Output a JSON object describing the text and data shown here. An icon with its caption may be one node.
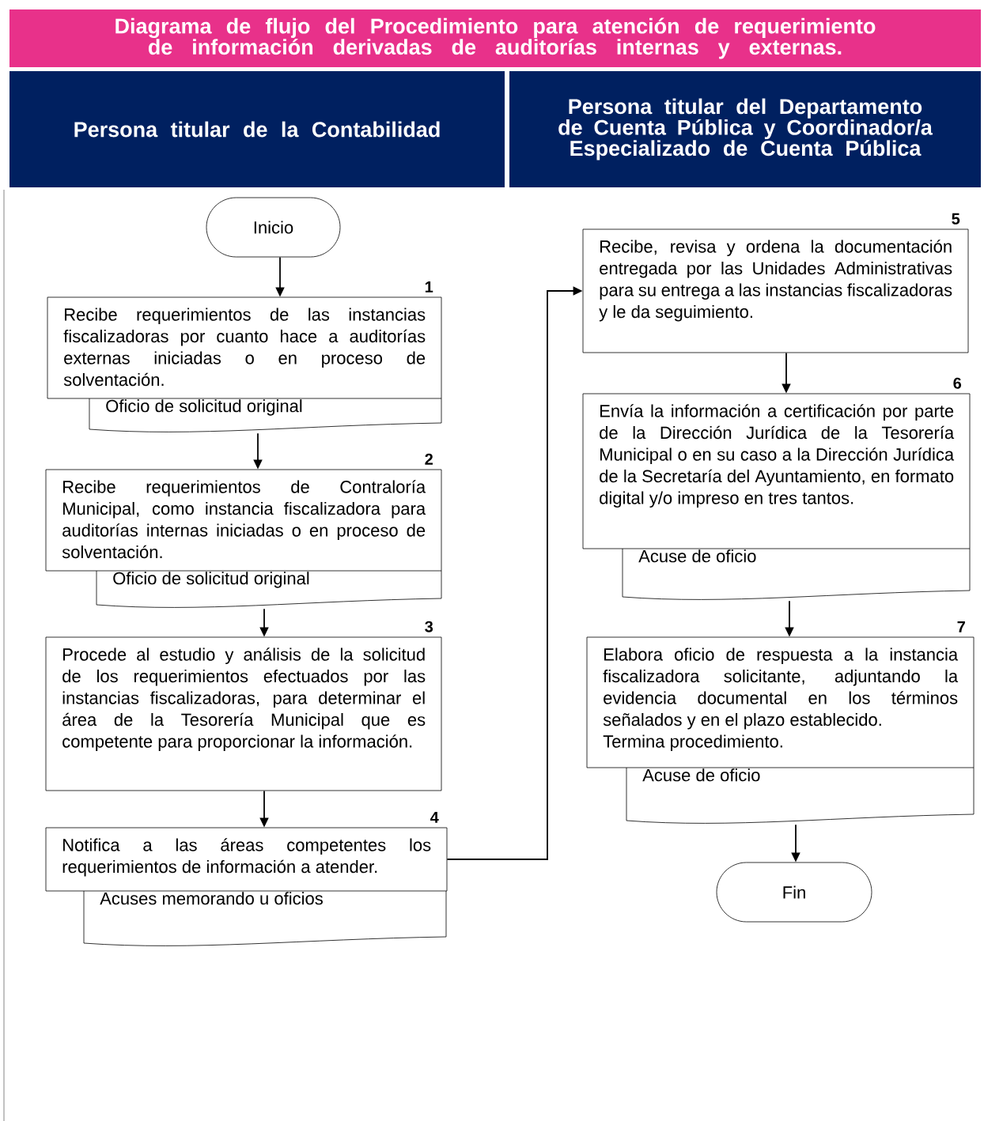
{
  "diagram": {
    "title": "Diagrama de flujo del Procedimiento para atención de requerimiento de información derivadas de auditorías internas y externas.",
    "nodes": [
      {
        "text": [
          "Persona titular de la Contabilidad"
        ]
      },
      {
        "text": [
          "Persona titular del Departamento de Cuenta Pública y Coordinador/a Especializado de Cuenta Pública"
        ]
      },
      {
        "text": [
          "Inicio"
        ]
      },
      {
        "text": [
          "Recibe requerimientos de las instancias fiscalizadoras por cuanto hace a auditorías externas iniciadas o en proceso de solventación."
        ],
        "beside": [
          "1"
        ]
      },
      {
        "text": [
          "Oficio de solicitud original"
        ]
      },
      {
        "text": [
          "Recibe requerimientos de Contraloría Municipal, como instancia fiscalizadora para auditorías internas iniciadas o en proceso de solventación."
        ],
        "beside": [
          "2"
        ]
      },
      {
        "text": [
          "Oficio de solicitud original"
        ]
      },
      {
        "text": [
          "Procede al estudio y análisis de la solicitud de los requerimientos efectuados por las instancias fiscalizadoras, para determinar el área de la Tesorería Municipal que es competente para proporcionar la información."
        ],
        "beside": [
          "3"
        ]
      },
      {
        "text": [
          "Notifica a las áreas competentes los requerimientos de información a atender."
        ],
        "beside": [
          "4"
        ]
      },
      {
        "text": [
          "Acuses memorando u oficios"
        ]
      },
      {
        "text": [
          "Recibe, revisa y ordena la documentación entregada por las Unidades Administrativas para su entrega a las instancias fiscalizadoras y le da seguimiento."
        ],
        "beside": [
          "5"
        ]
      },
      {
        "text": [
          "Envía la información a certificación por parte de la Dirección Jurídica de la Tesorería Municipal o en su caso a la Dirección Jurídica de la Secretaría del Ayuntamiento, en formato digital y/o impreso en tres tantos."
        ],
        "beside": [
          "6"
        ]
      },
      {
        "text": [
          "Acuse de oficio"
        ]
      },
      {
        "text": [
          "Elabora oficio de respuesta a la instancia fiscalizadora solicitante, adjuntando la evidencia documental en los términos señalados y en el plazo establecido.",
          "Termina procedimiento."
        ],
        "beside": [
          "7"
        ]
      },
      {
        "text": [
          "Acuse de oficio"
        ]
      },
      {
        "text": [
          "Fin"
        ]
      }
    ],
    "edges": [
      {
        "from": 2,
        "to": 3,
        "arrow": "to"
      },
      {
        "from": 4,
        "to": 5,
        "arrow": "to"
      },
      {
        "from": 6,
        "to": 7,
        "arrow": "to"
      },
      {
        "from": 7,
        "to": 8,
        "arrow": "to"
      },
      {
        "from": 8,
        "to": 10,
        "arrow": "to"
      },
      {
        "from": 10,
        "to": 11,
        "arrow": "to"
      },
      {
        "from": 12,
        "to": 13,
        "arrow": "to"
      },
      {
        "from": 14,
        "to": 15,
        "arrow": "to"
      }
    ]
  }
}
